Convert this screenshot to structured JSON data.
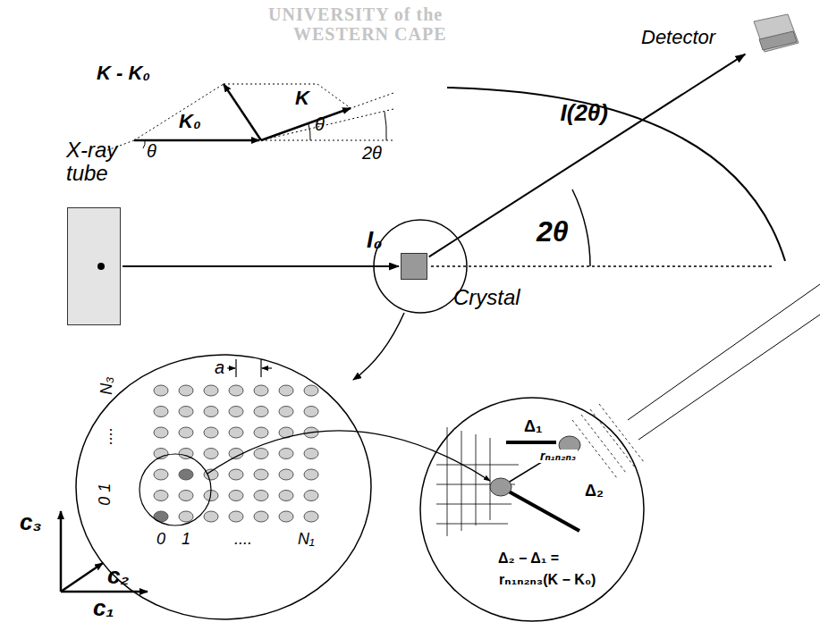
{
  "diagram": {
    "nodes": [
      {
        "text": [
          "X-ray tube"
        ]
      },
      {
        "text": [
          "Crystal"
        ]
      },
      {
        "text": [
          "Detector"
        ]
      }
    ],
    "edges": [
      {
        "from": 0,
        "to": 1,
        "arrow": "to",
        "label": "I₀"
      },
      {
        "from": 1,
        "to": 2,
        "arrow": "to",
        "label": "I(2θ)"
      }
    ],
    "labels": [
      "UNIVERSITY of the",
      "WESTERN CAPE",
      "K - K₀",
      "K₀",
      "K",
      "θ",
      "θ",
      "2θ",
      "2θ",
      "a",
      "N₃",
      "....",
      "0 1",
      "0",
      "1",
      "....",
      "N₁",
      "c₃",
      "c₂",
      "c₁",
      "Δ₁",
      "rₙ₁ₙ₂ₙ₃",
      "Δ₂",
      "Δ₂ − Δ₁ =",
      "rₙ₁ₙ₂ₙ₃(K − K₀)"
    ]
  }
}
